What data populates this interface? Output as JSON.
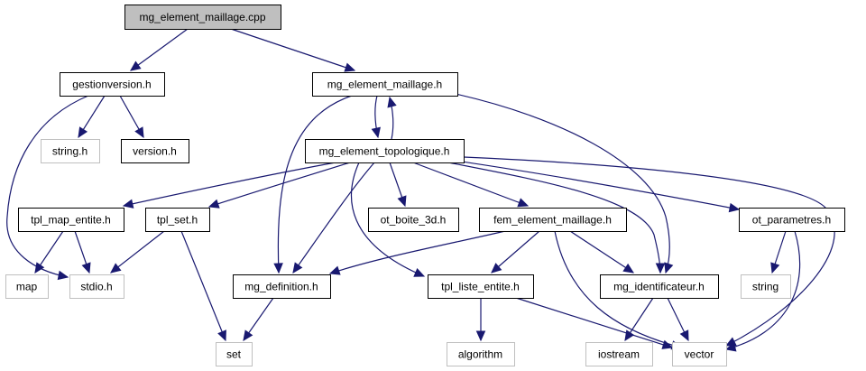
{
  "graph": {
    "title": "mg_element_maillage.cpp",
    "edge_color": "#191970",
    "root_fill": "#bfbfbf",
    "system_border": "#bfbfbf",
    "local_border": "#000000",
    "nodes": [
      {
        "id": "mg_element_maillage_cpp",
        "label": "mg_element_maillage.cpp",
        "kind": "root"
      },
      {
        "id": "gestionversion_h",
        "label": "gestionversion.h",
        "kind": "local"
      },
      {
        "id": "mg_element_maillage_h",
        "label": "mg_element_maillage.h",
        "kind": "local"
      },
      {
        "id": "string_h",
        "label": "string.h",
        "kind": "system"
      },
      {
        "id": "version_h",
        "label": "version.h",
        "kind": "local"
      },
      {
        "id": "mg_element_topologique_h",
        "label": "mg_element_topologique.h",
        "kind": "local"
      },
      {
        "id": "tpl_map_entite_h",
        "label": "tpl_map_entite.h",
        "kind": "local"
      },
      {
        "id": "tpl_set_h",
        "label": "tpl_set.h",
        "kind": "local"
      },
      {
        "id": "ot_boite_3d_h",
        "label": "ot_boite_3d.h",
        "kind": "local"
      },
      {
        "id": "fem_element_maillage_h",
        "label": "fem_element_maillage.h",
        "kind": "local"
      },
      {
        "id": "ot_parametres_h",
        "label": "ot_parametres.h",
        "kind": "local"
      },
      {
        "id": "map",
        "label": "map",
        "kind": "system"
      },
      {
        "id": "stdio_h",
        "label": "stdio.h",
        "kind": "system"
      },
      {
        "id": "mg_definition_h",
        "label": "mg_definition.h",
        "kind": "local"
      },
      {
        "id": "tpl_liste_entite_h",
        "label": "tpl_liste_entite.h",
        "kind": "local"
      },
      {
        "id": "mg_identificateur_h",
        "label": "mg_identificateur.h",
        "kind": "local"
      },
      {
        "id": "string",
        "label": "string",
        "kind": "system"
      },
      {
        "id": "set",
        "label": "set",
        "kind": "system"
      },
      {
        "id": "algorithm",
        "label": "algorithm",
        "kind": "system"
      },
      {
        "id": "iostream",
        "label": "iostream",
        "kind": "system"
      },
      {
        "id": "vector",
        "label": "vector",
        "kind": "system"
      }
    ],
    "edges": [
      {
        "from": "mg_element_maillage_cpp",
        "to": "gestionversion_h"
      },
      {
        "from": "mg_element_maillage_cpp",
        "to": "mg_element_maillage_h"
      },
      {
        "from": "gestionversion_h",
        "to": "string_h"
      },
      {
        "from": "gestionversion_h",
        "to": "version_h"
      },
      {
        "from": "gestionversion_h",
        "to": "stdio_h"
      },
      {
        "from": "mg_element_maillage_h",
        "to": "mg_element_topologique_h"
      },
      {
        "from": "mg_element_maillage_h",
        "to": "mg_definition_h"
      },
      {
        "from": "mg_element_maillage_h",
        "to": "mg_identificateur_h"
      },
      {
        "from": "mg_element_topologique_h",
        "to": "mg_element_maillage_h"
      },
      {
        "from": "mg_element_topologique_h",
        "to": "tpl_map_entite_h"
      },
      {
        "from": "mg_element_topologique_h",
        "to": "tpl_set_h"
      },
      {
        "from": "mg_element_topologique_h",
        "to": "mg_definition_h"
      },
      {
        "from": "mg_element_topologique_h",
        "to": "tpl_liste_entite_h"
      },
      {
        "from": "mg_element_topologique_h",
        "to": "ot_boite_3d_h"
      },
      {
        "from": "mg_element_topologique_h",
        "to": "fem_element_maillage_h"
      },
      {
        "from": "mg_element_topologique_h",
        "to": "mg_identificateur_h"
      },
      {
        "from": "mg_element_topologique_h",
        "to": "ot_parametres_h"
      },
      {
        "from": "mg_element_topologique_h",
        "to": "vector"
      },
      {
        "from": "tpl_map_entite_h",
        "to": "map"
      },
      {
        "from": "tpl_map_entite_h",
        "to": "stdio_h"
      },
      {
        "from": "tpl_set_h",
        "to": "stdio_h"
      },
      {
        "from": "tpl_set_h",
        "to": "set"
      },
      {
        "from": "fem_element_maillage_h",
        "to": "mg_definition_h"
      },
      {
        "from": "fem_element_maillage_h",
        "to": "tpl_liste_entite_h"
      },
      {
        "from": "fem_element_maillage_h",
        "to": "mg_identificateur_h"
      },
      {
        "from": "fem_element_maillage_h",
        "to": "vector"
      },
      {
        "from": "ot_parametres_h",
        "to": "string"
      },
      {
        "from": "ot_parametres_h",
        "to": "vector"
      },
      {
        "from": "mg_definition_h",
        "to": "set"
      },
      {
        "from": "tpl_liste_entite_h",
        "to": "algorithm"
      },
      {
        "from": "tpl_liste_entite_h",
        "to": "vector"
      },
      {
        "from": "mg_identificateur_h",
        "to": "iostream"
      },
      {
        "from": "mg_identificateur_h",
        "to": "vector"
      }
    ]
  }
}
